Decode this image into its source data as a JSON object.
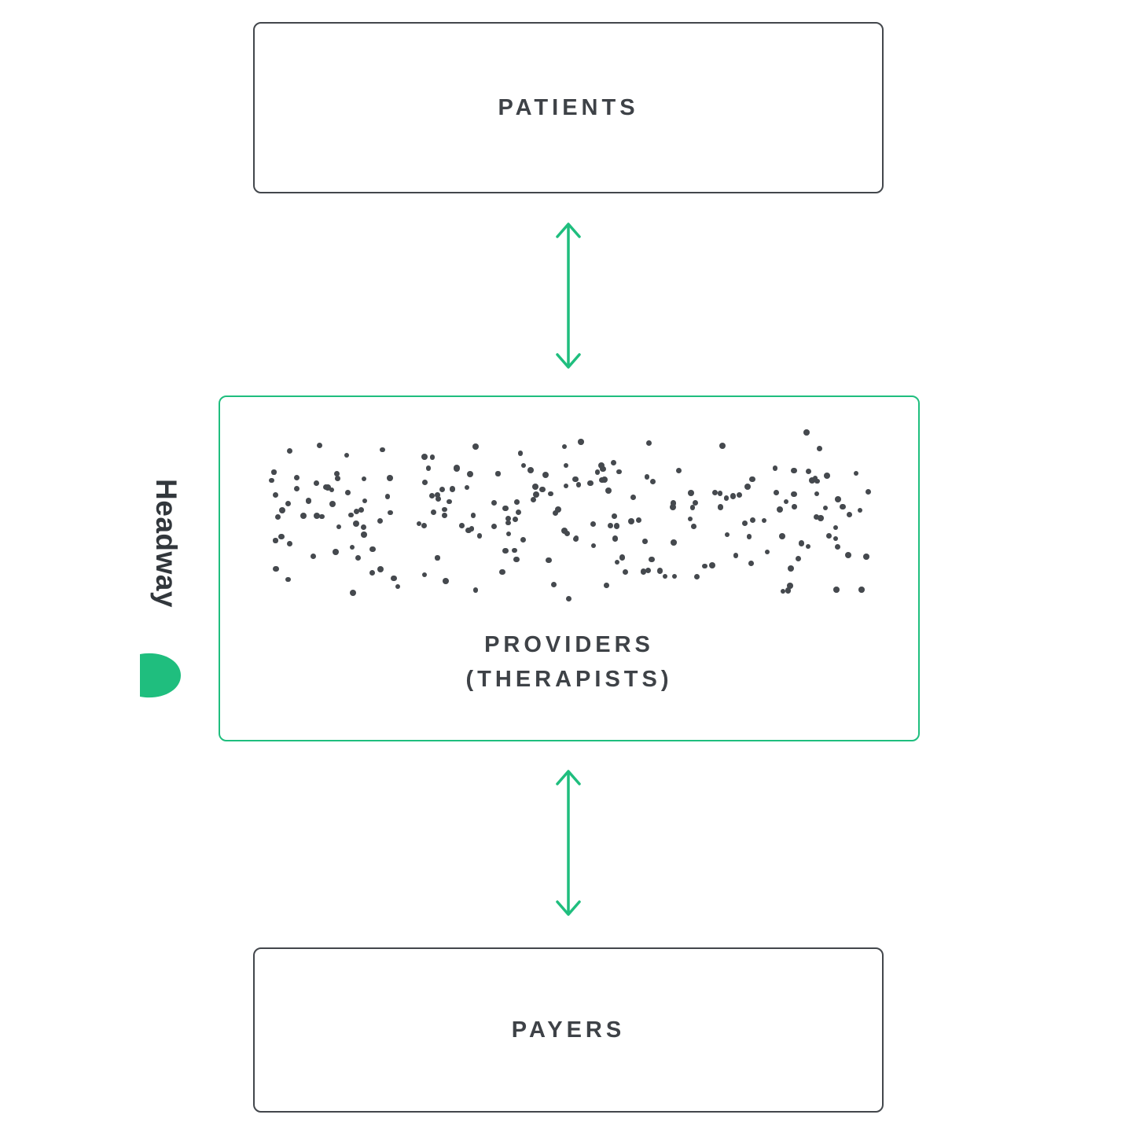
{
  "colors": {
    "green": "#1fbe7e",
    "dark": "#3e4247",
    "dot": "#45494e",
    "border_dark": "#43474c"
  },
  "brand": {
    "wordmark": "Headway"
  },
  "diagram": {
    "patients_box": {
      "label": "PATIENTS"
    },
    "providers_box": {
      "label_line1": "PROVIDERS",
      "label_line2": "(THERAPISTS)",
      "dot_count": 220
    },
    "payers_box": {
      "label": "PAYERS"
    }
  }
}
